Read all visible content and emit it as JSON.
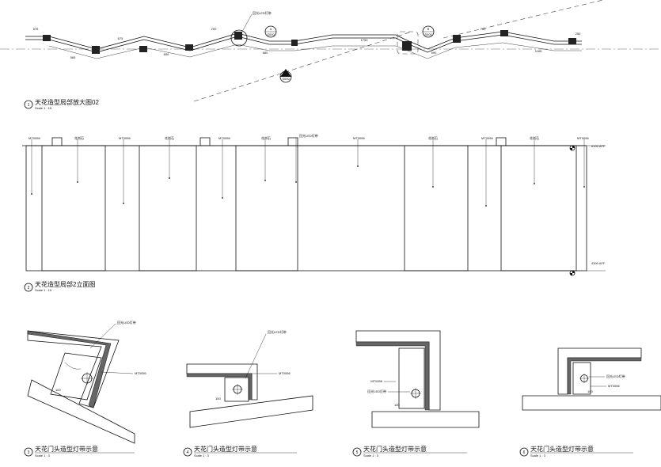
{
  "drawing_1": {
    "number": "1",
    "title": "天花造型局部放大图02",
    "scale": "Scale 1 : 15",
    "top_dims": [
      "578",
      "675",
      "200",
      "1750",
      "740",
      "250"
    ],
    "bottom_dims": [
      "565",
      "650",
      "680",
      "590",
      "1165"
    ],
    "led_label": "回光LED灯带",
    "section_ref_a": {
      "top": "A",
      "bottom": "S000"
    },
    "section_ref_b": {
      "top": "B",
      "bottom": "S000"
    },
    "section_ref_c": "S000"
  },
  "drawing_2": {
    "number": "2",
    "title": "天花造型局部2立面图",
    "scale": "Scale 1 : 15",
    "material_labels": [
      "MT0056",
      "MT0056",
      "MT0056",
      "MT0056",
      "MT0056",
      "MT0056"
    ],
    "stone_labels": [
      "花岗石",
      "花岗石",
      "花岗石",
      "花岗石",
      "花岗石"
    ],
    "led_label": "回光LED灯带",
    "level_top": "6100 AFF",
    "level_bottom": "4300 AFF"
  },
  "details": [
    {
      "number": "3",
      "title": "天花门头造型灯带示意",
      "scale": "Scale 1 : 3",
      "led": "回光LED灯带",
      "mt": "MT0056",
      "dim": "100"
    },
    {
      "number": "4",
      "title": "天花门头造型灯带示意",
      "scale": "Scale 1 : 3",
      "led": "回光LED灯带",
      "mt": "MT0056",
      "dim": "100"
    },
    {
      "number": "5",
      "title": "天花门头造型灯带示意",
      "scale": "Scale 1 : 3",
      "led": "回光LED灯带",
      "mt": "MT0056",
      "dim": "100"
    },
    {
      "number": "6",
      "title": "天花门头造型灯带示意",
      "scale": "Scale 1 : 3",
      "led": "回光LED灯带",
      "mt": "MT0056",
      "dim": "100"
    }
  ]
}
